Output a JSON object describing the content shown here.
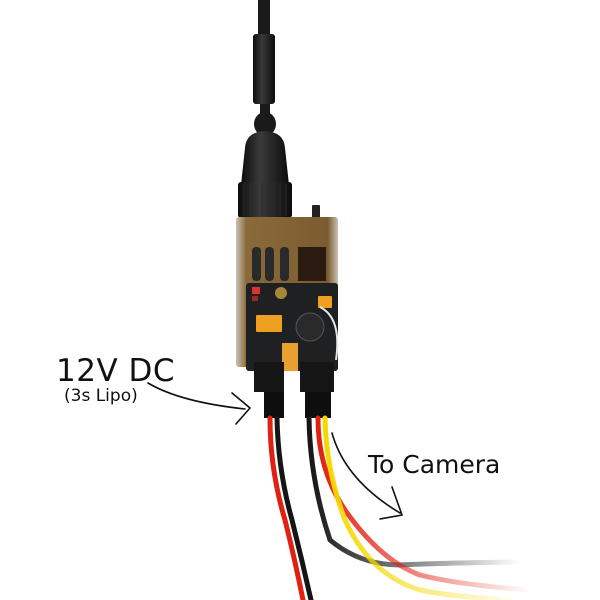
{
  "image": {
    "subject": "FPV video transmitter with antenna and wiring",
    "background_color": "#ffffff"
  },
  "annotations": {
    "power_label": "12V DC",
    "power_sublabel": "(3s Lipo)",
    "camera_label": "To Camera"
  },
  "colors": {
    "antenna": "#1a1a1a",
    "shield": "#8a6a3a",
    "pcb": "#1f2022",
    "capacitor": "#f0a020",
    "led": "#e03030",
    "wire_red": "#e02010",
    "wire_black": "#151515",
    "wire_yellow": "#f5d800",
    "arrow": "#111111"
  }
}
